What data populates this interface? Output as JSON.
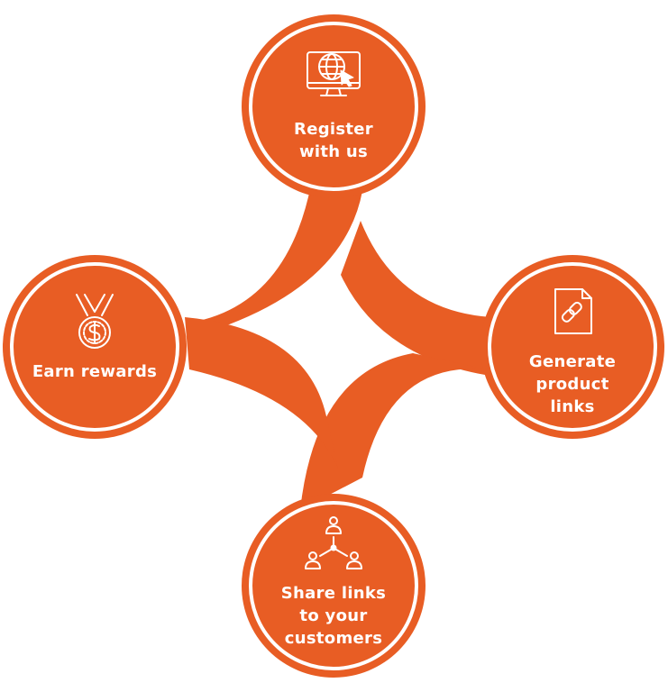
{
  "colors": {
    "accent": "#E85D24",
    "ring_background": "#ffffff"
  },
  "nodes": {
    "register": {
      "lines": [
        "Register",
        "with us"
      ],
      "icon": "globe-monitor-icon"
    },
    "generate": {
      "lines": [
        "Generate",
        "product",
        "links"
      ],
      "icon": "document-link-icon"
    },
    "share": {
      "lines": [
        "Share links",
        "to your",
        "customers"
      ],
      "icon": "people-network-icon"
    },
    "earn": {
      "lines": [
        "Earn rewards"
      ],
      "icon": "medal-dollar-icon"
    }
  }
}
